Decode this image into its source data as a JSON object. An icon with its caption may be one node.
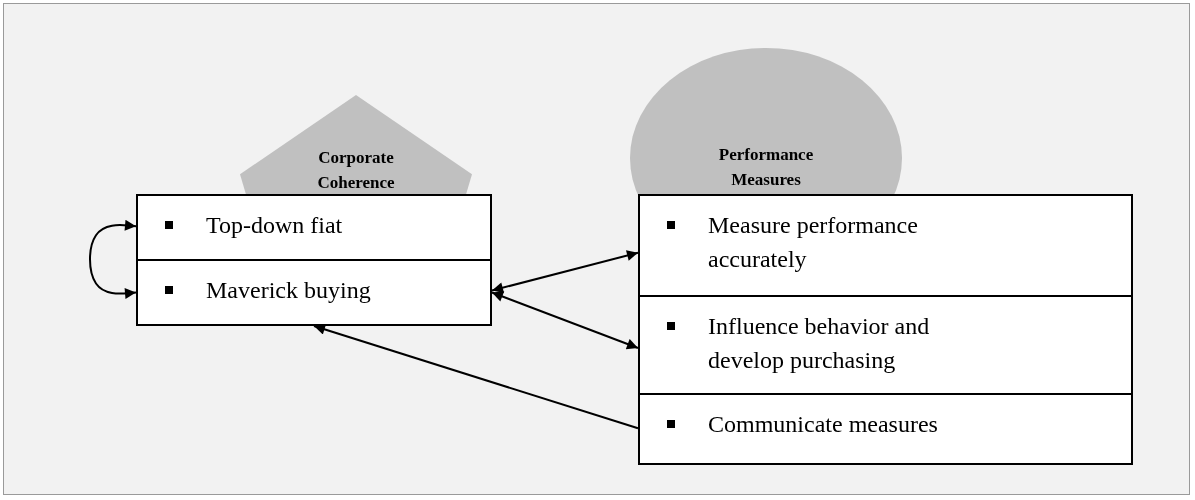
{
  "diagram": {
    "nodes": [
      {
        "text": [
          "Corporate Coherence"
        ]
      },
      {
        "text": [
          "Performance Measures"
        ]
      },
      {
        "text": [
          "Top-down fiat"
        ]
      },
      {
        "text": [
          "Maverick buying"
        ]
      },
      {
        "text": [
          "Measure performance accurately"
        ]
      },
      {
        "text": [
          "Influence behavior and develop purchasing"
        ]
      },
      {
        "text": [
          "Communicate measures"
        ]
      }
    ],
    "edges": [
      {
        "from": 2,
        "to": 3,
        "arrow": "both"
      },
      {
        "from": 3,
        "to": 4,
        "arrow": "both"
      },
      {
        "from": 3,
        "to": 5,
        "arrow": "both"
      },
      {
        "from": 6,
        "to": 3,
        "arrow": "to"
      }
    ]
  }
}
